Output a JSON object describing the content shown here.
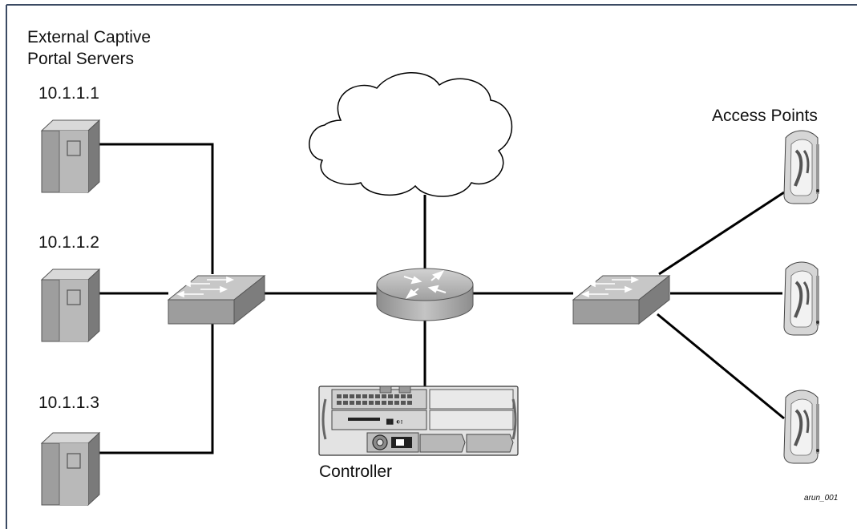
{
  "title": {
    "line1": "External Captive",
    "line2": "Portal  Servers"
  },
  "servers": [
    {
      "ip": "10.1.1.1"
    },
    {
      "ip": "10.1.1.2"
    },
    {
      "ip": "10.1.1.3"
    }
  ],
  "access_points_label": "Access Points",
  "controller_label": "Controller",
  "figure_id": "arun_001",
  "colors": {
    "line": "#000000",
    "device_fill": "#b5b5b5",
    "device_dark": "#7f7f7f",
    "device_light": "#e0e0e0",
    "cloud_fill": "#ffffff",
    "frame": "#3b4a63"
  },
  "icons": [
    "server-icon",
    "switch-icon",
    "router-icon",
    "cloud-icon",
    "controller-icon",
    "access-point-icon"
  ]
}
